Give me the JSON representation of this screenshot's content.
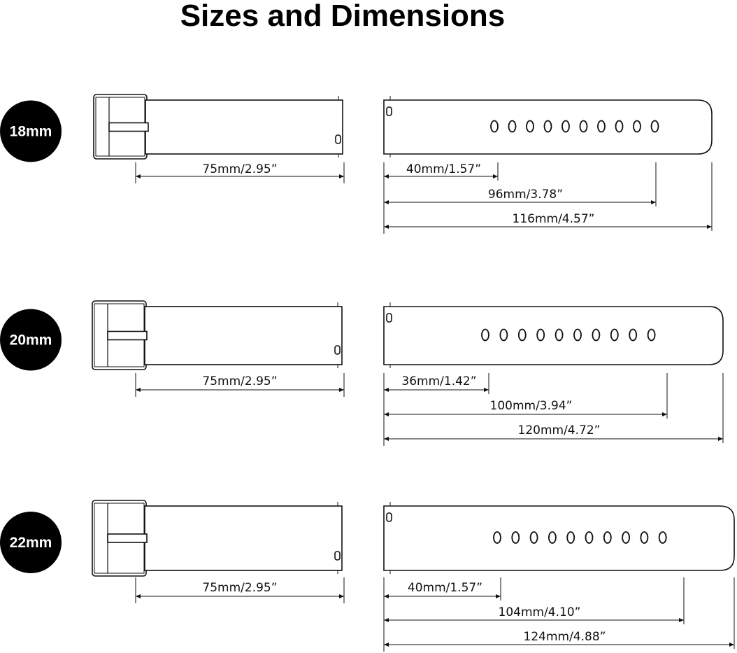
{
  "title": "Sizes and Dimensions",
  "colors": {
    "ink": "#111111",
    "badge": "#000000",
    "badge_text": "#ffffff"
  },
  "rows": [
    {
      "size": "18mm",
      "short_strap": "75mm/2.95”",
      "long_strap": [
        "40mm/1.57”",
        "96mm/3.78”",
        "116mm/4.57”"
      ],
      "hole_count": 10
    },
    {
      "size": "20mm",
      "short_strap": "75mm/2.95”",
      "long_strap": [
        "36mm/1.42”",
        "100mm/3.94”",
        "120mm/4.72”"
      ],
      "hole_count": 10
    },
    {
      "size": "22mm",
      "short_strap": "75mm/2.95”",
      "long_strap": [
        "40mm/1.57”",
        "104mm/4.10”",
        "124mm/4.88”"
      ],
      "hole_count": 10
    }
  ]
}
